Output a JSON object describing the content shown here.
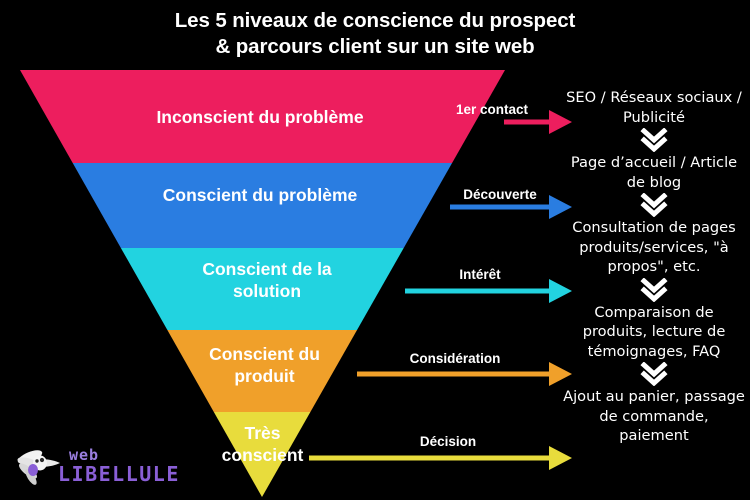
{
  "title": {
    "line1": "Les 5 niveaux de conscience du prospect",
    "line2": "& parcours client sur un site web"
  },
  "colors": {
    "background": "#000000",
    "level1": "#ED1E5E",
    "level2": "#2A7DE1",
    "level3": "#22D3E0",
    "level4": "#F0A02A",
    "level5": "#E8DC3C",
    "text": "#FFFFFF",
    "logo_purple": "#8A5FD6"
  },
  "funnel": {
    "levels": [
      {
        "label": "Inconscient du problème",
        "color": "#ED1E5E"
      },
      {
        "label": "Conscient du problème",
        "color": "#2A7DE1"
      },
      {
        "label": "Conscient de la\nsolution",
        "color": "#22D3E0"
      },
      {
        "label": "Conscient du\nproduit",
        "color": "#F0A02A"
      },
      {
        "label": "Très\nconscient",
        "color": "#E8DC3C"
      }
    ]
  },
  "arrows": [
    {
      "label": "1er contact",
      "color": "#ED1E5E"
    },
    {
      "label": "Découverte",
      "color": "#2A7DE1"
    },
    {
      "label": "Intérêt",
      "color": "#22D3E0"
    },
    {
      "label": "Considération",
      "color": "#F0A02A"
    },
    {
      "label": "Décision",
      "color": "#E8DC3C"
    }
  ],
  "journey": {
    "steps": [
      "SEO / Réseaux sociaux / Publicité",
      "Page d’accueil / Article de blog",
      "Consultation de pages produits/services, \"à propos\", etc.",
      "Comparaison de produits, lecture de témoignages, FAQ",
      "Ajout au panier, passage de commande, paiement"
    ],
    "separator_icon": "double-chevron-down-icon"
  },
  "logo": {
    "icon": "dragonfly-icon",
    "top_text": "web",
    "main_text": "LIBELLULE"
  }
}
